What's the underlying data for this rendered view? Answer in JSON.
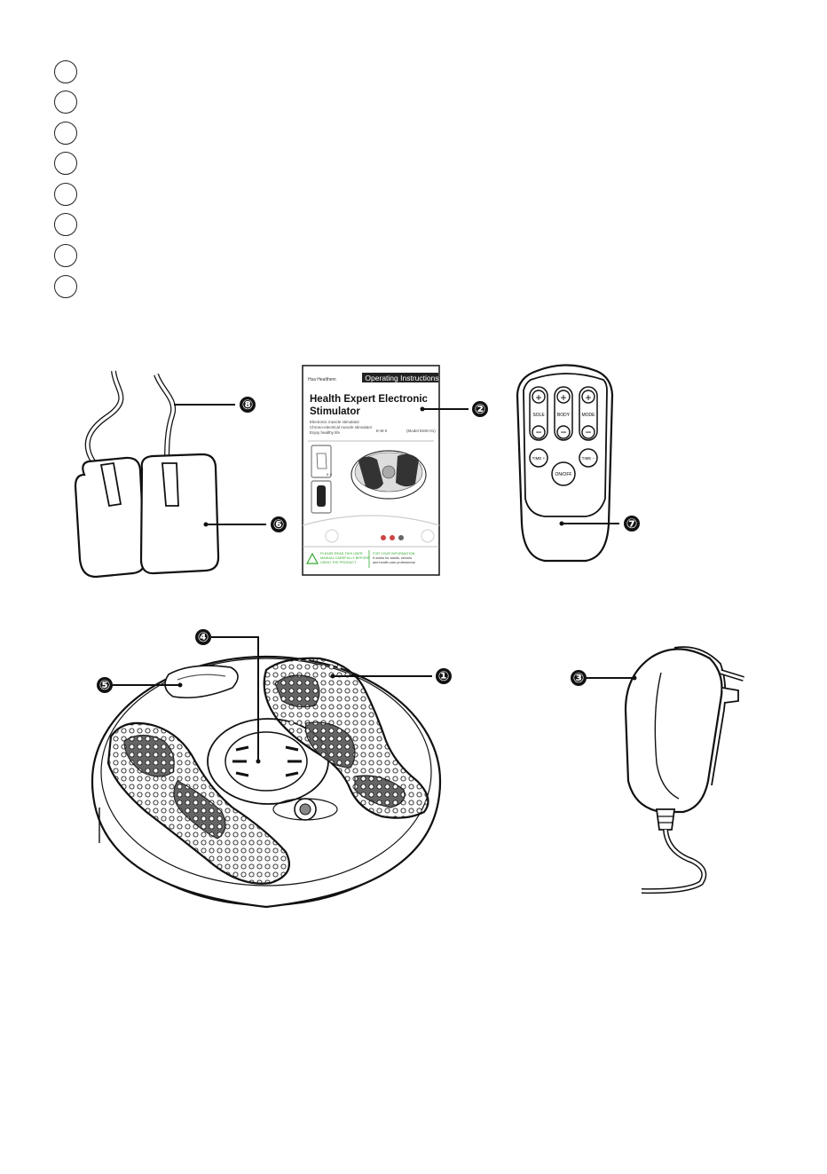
{
  "number_list": {
    "count": 8
  },
  "callouts": {
    "c1": "①",
    "c2": "②",
    "c3": "③",
    "c4": "④",
    "c5": "⑤",
    "c6": "⑥",
    "c7": "⑦",
    "c8": "⑧"
  },
  "manual": {
    "brand": "Hsa Healthem",
    "header": "Operating Instructions",
    "title_line1": "Health Expert Electronic",
    "title_line2": "Stimulator",
    "sub1": "Electronic muscle stimulator",
    "sub2": "Chrono-electrical muscle stimulator",
    "sub3": "Enjoy healthy life",
    "model": "E-M-II",
    "series": "(Model EMS-01)",
    "pad_count": "x 4",
    "warn_text1": "PLEASE READ THIS USER",
    "warn_text2": "MANUAL CAREFULLY BEFORE",
    "warn_text3": "USING THE PRODUCT",
    "right_text1": "FOR YOUR INFORMATION",
    "right_text2": "It works for adults, seniors",
    "right_text3": "and health care professional"
  },
  "remote": {
    "btn_plus": "+",
    "btn_minus": "−",
    "label_sole": "SOLE",
    "label_body": "BODY",
    "label_mode": "MODE",
    "label_time_plus": "TIME +",
    "label_time_minus": "TIME −",
    "label_onoff": "ON/OFF"
  }
}
